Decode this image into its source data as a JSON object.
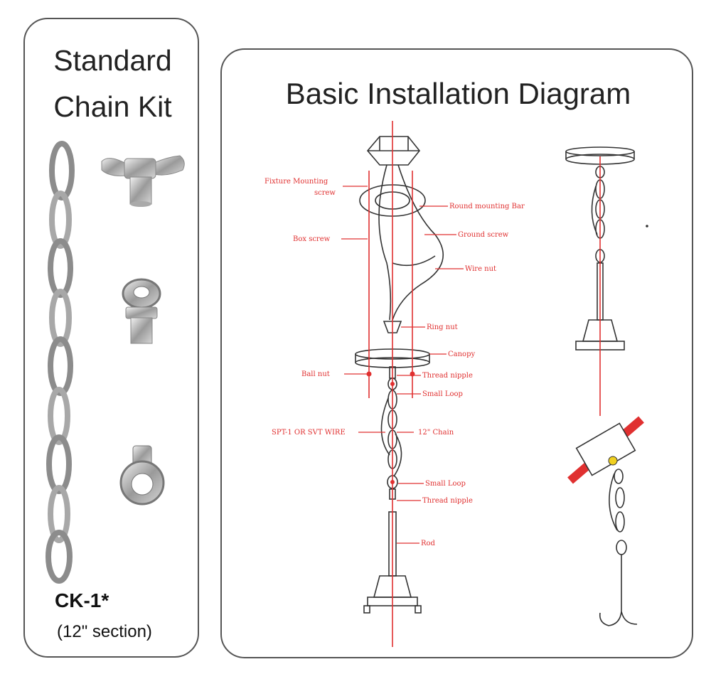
{
  "kit": {
    "title_line1": "Standard",
    "title_line2": "Chain Kit",
    "code": "CK-1*",
    "section": "(12\" section)"
  },
  "diagram": {
    "title": "Basic Installation Diagram",
    "labels": {
      "fixture_mounting_screw_line1": "Fixture Mounting",
      "fixture_mounting_screw_line2": "screw",
      "round_mounting_bar": "Round mounting Bar",
      "box_screw": "Box screw",
      "ground_screw": "Ground screw",
      "wire_nut": "Wire nut",
      "ring_nut": "Ring nut",
      "canopy": "Canopy",
      "ball_nut": "Ball nut",
      "thread_nipple_top": "Thread nipple",
      "small_loop_top": "Small Loop",
      "spt_wire": "SPT-1 OR SVT WIRE",
      "chain": "12\" Chain",
      "small_loop_bottom": "Small Loop",
      "thread_nipple_bottom": "Thread nipple",
      "rod": "Rod"
    }
  },
  "colors": {
    "accent": "#e03030",
    "line": "#333333"
  }
}
